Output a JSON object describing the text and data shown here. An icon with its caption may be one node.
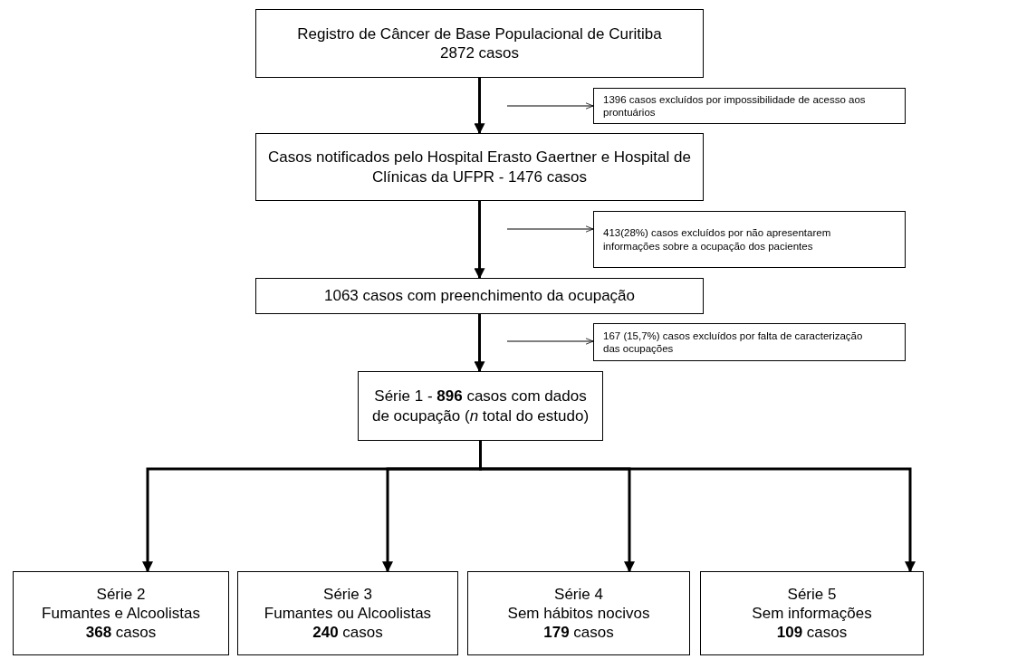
{
  "diagram": {
    "nodes": [
      {
        "text": [
          "Registro de Câncer de Base Populacional de Curitiba",
          "2872 casos"
        ]
      },
      {
        "text": [
          "1396 casos excluídos por impossibilidade de acesso aos prontuários"
        ]
      },
      {
        "text": [
          "Casos notificados pelo Hospital Erasto Gaertner e Hospital de Clínicas da UFPR - 1476 casos"
        ]
      },
      {
        "text": [
          "413(28%) casos excluídos por não apresentarem informações sobre a ocupação dos pacientes"
        ]
      },
      {
        "text": [
          "1063 casos com preenchimento da ocupação"
        ]
      },
      {
        "text": [
          "167 (15,7%) casos excluídos por falta de caracterização das ocupações"
        ]
      },
      {
        "text": [
          "Série 1 - **896** casos com dados de ocupação (*n* total do estudo)"
        ]
      },
      {
        "text": [
          "Série 2",
          "Fumantes e Alcoolistas",
          "**368** casos"
        ]
      },
      {
        "text": [
          "Série 3",
          "Fumantes ou Alcoolistas",
          "**240** casos"
        ]
      },
      {
        "text": [
          "Série 4",
          "Sem hábitos nocivos",
          "**179** casos"
        ]
      },
      {
        "text": [
          "Série 5",
          "Sem informações",
          "**109** casos"
        ]
      }
    ],
    "edges": [
      {
        "from": 0,
        "to": 2,
        "arrow": "to"
      },
      {
        "from": null,
        "to": 1,
        "arrow": "to"
      },
      {
        "from": 2,
        "to": 4,
        "arrow": "to"
      },
      {
        "from": null,
        "to": 3,
        "arrow": "to"
      },
      {
        "from": 4,
        "to": 6,
        "arrow": "to"
      },
      {
        "from": null,
        "to": 5,
        "arrow": "to"
      },
      {
        "from": 6,
        "to": 7,
        "arrow": "to"
      },
      {
        "from": 6,
        "to": 8,
        "arrow": "to"
      },
      {
        "from": 6,
        "to": 9,
        "arrow": "to"
      },
      {
        "from": 6,
        "to": 10,
        "arrow": "to"
      }
    ]
  }
}
